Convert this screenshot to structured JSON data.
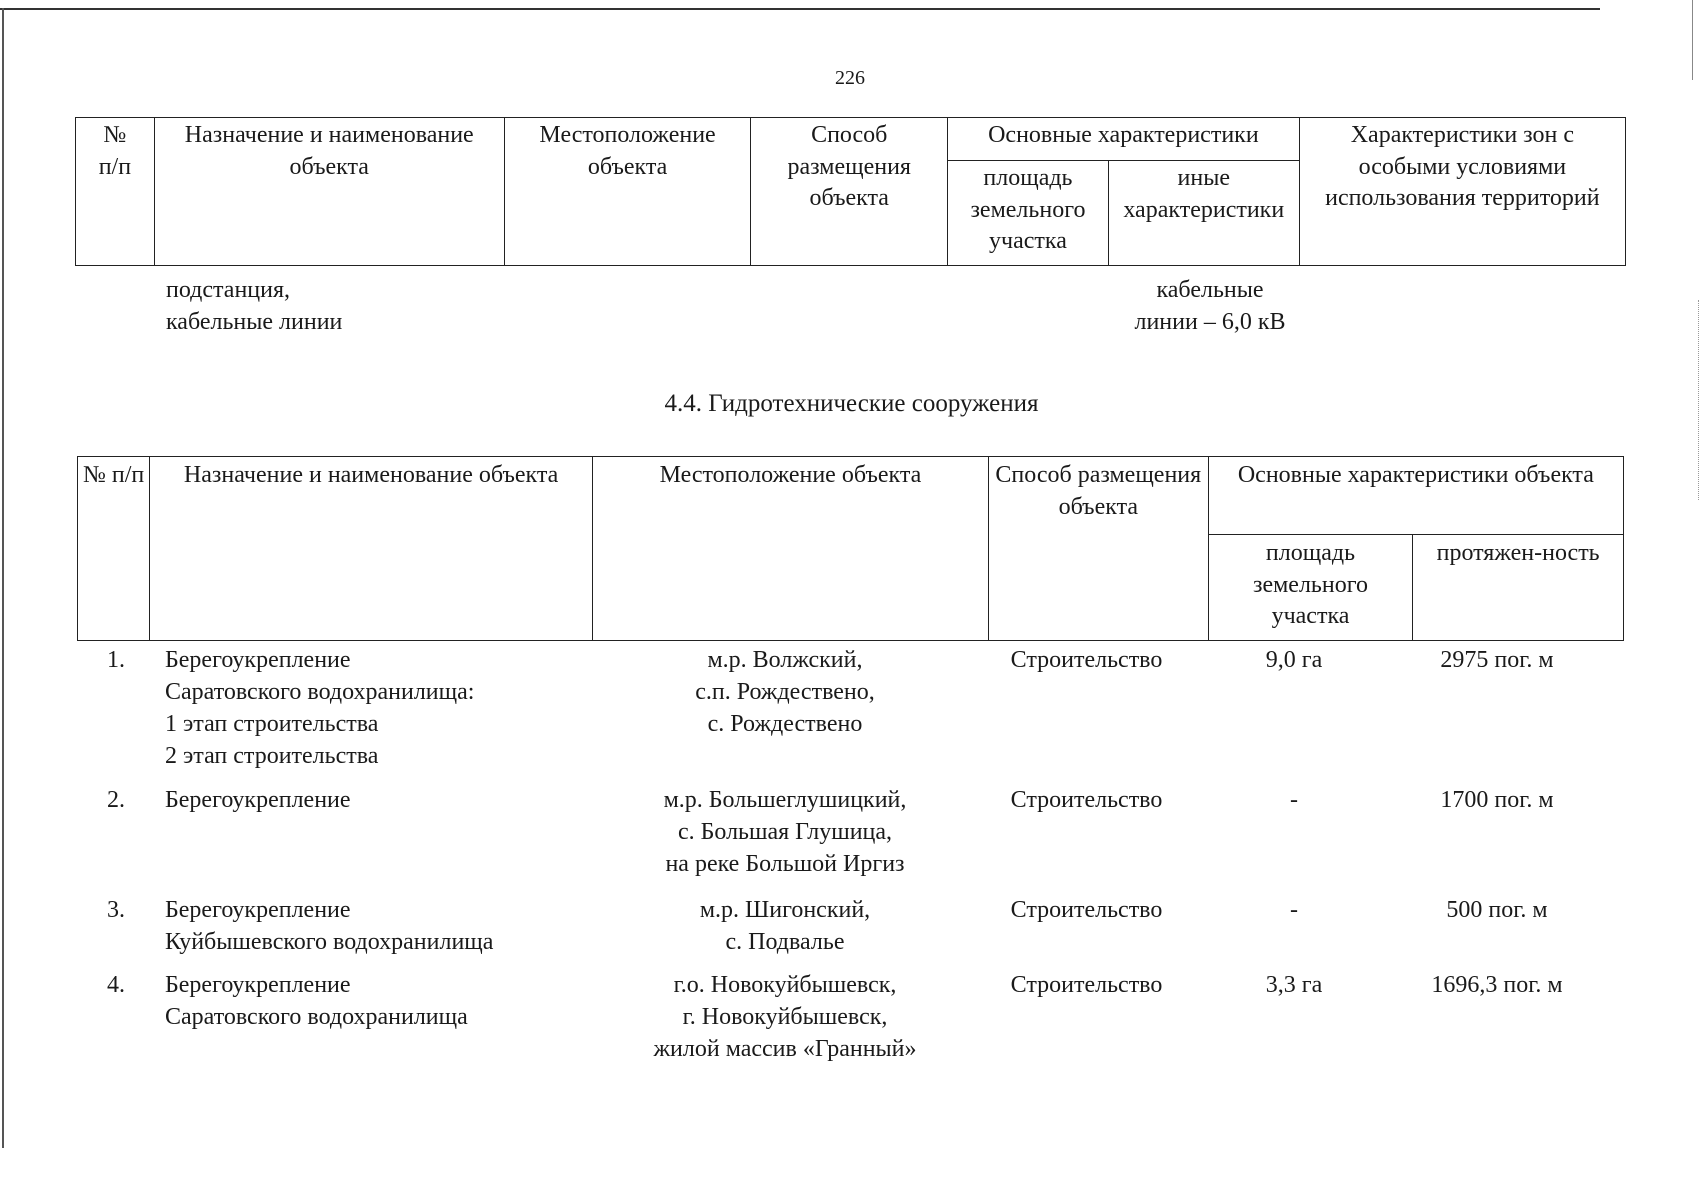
{
  "page_number": "226",
  "table1": {
    "headers": {
      "num": "№\nп/п",
      "name": "Назначение и наименование объекта",
      "location": "Местоположение объекта",
      "method": "Способ размещения объекта",
      "main_chars": "Основные характеристики",
      "area": "площадь земельного участка",
      "other": "иные характеристики",
      "zones": "Характеристики зон с особыми условиями использования территорий"
    },
    "continuation": {
      "name_line1": "подстанция,",
      "name_line2": "кабельные линии",
      "other_line1": "кабельные",
      "other_line2": "линии – 6,0 кВ"
    }
  },
  "section_title": "4.4. Гидротехнические сооружения",
  "table2": {
    "headers": {
      "num": "№ п/п",
      "name": "Назначение и наименование объекта",
      "location": "Местоположение объекта",
      "method": "Способ размещения объекта",
      "main_chars": "Основные характеристики объекта",
      "area": "площадь земельного участка",
      "length": "протяжен-ность"
    },
    "rows": [
      {
        "num": "1.",
        "name": [
          "Берегоукрепление",
          "Саратовского водохранилища:",
          "1 этап строительства",
          "2 этап строительства"
        ],
        "location": [
          "м.р. Волжский,",
          "с.п. Рождествено,",
          "с. Рождествено"
        ],
        "method": "Строительство",
        "area": "9,0 га",
        "length": "2975 пог. м"
      },
      {
        "num": "2.",
        "name": [
          "Берегоукрепление"
        ],
        "location": [
          "м.р. Большеглушицкий,",
          "с. Большая Глушица,",
          "на реке Большой Иргиз"
        ],
        "method": "Строительство",
        "area": "-",
        "length": "1700 пог. м"
      },
      {
        "num": "3.",
        "name": [
          "Берегоукрепление",
          "Куйбышевского водохранилища"
        ],
        "location": [
          "м.р. Шигонский,",
          "с. Подвалье"
        ],
        "method": "Строительство",
        "area": "-",
        "length": "500 пог. м"
      },
      {
        "num": "4.",
        "name": [
          "Берегоукрепление",
          "Саратовского водохранилища"
        ],
        "location": [
          "г.о. Новокуйбышевск,",
          "г. Новокуйбышевск,",
          "жилой массив «Гранный»"
        ],
        "method": "Строительство",
        "area": "3,3 га",
        "length": "1696,3 пог. м"
      }
    ]
  }
}
